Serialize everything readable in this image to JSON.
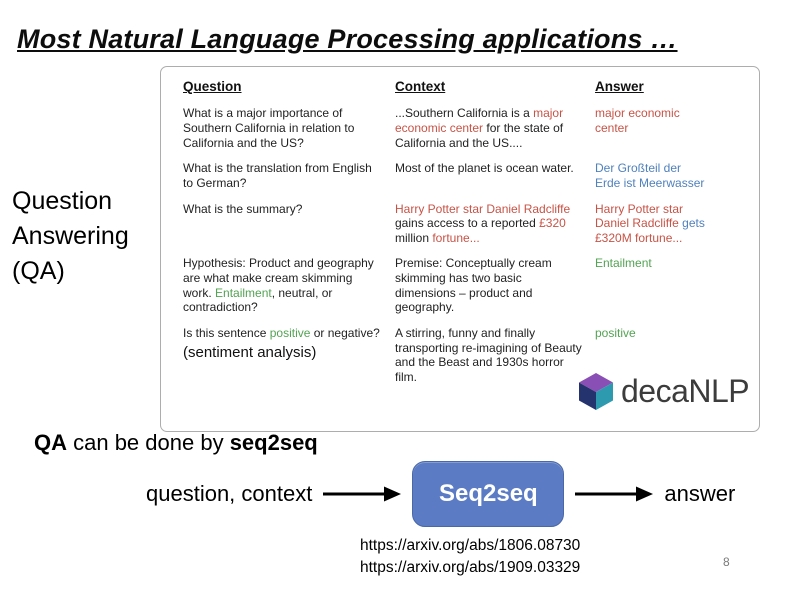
{
  "palette": {
    "red": "#c75346",
    "blue": "#4f81bd",
    "green": "#52a352",
    "black": "#222222",
    "box_blue": "#5b7cc4",
    "logo_text": "#3c3c3c",
    "cube_top": "#8a4fb5",
    "cube_left": "#24336e",
    "cube_right": "#2e9ab0"
  },
  "title": "Most Natural Language Processing applications …",
  "side_label": {
    "line1": "Question",
    "line2": "Answering",
    "line3": "(QA)"
  },
  "table": {
    "headers": [
      "Question",
      "Context",
      "Answer"
    ],
    "rows": [
      {
        "question": [
          {
            "t": "What is a major importance of Southern California in relation to California and the US?",
            "c": "black"
          }
        ],
        "context": [
          {
            "t": "...Southern California is a ",
            "c": "black"
          },
          {
            "t": "major economic center",
            "c": "red"
          },
          {
            "t": " for the state of California and the US....",
            "c": "black"
          }
        ],
        "answer": [
          {
            "t": "major economic center",
            "c": "red"
          }
        ]
      },
      {
        "question": [
          {
            "t": "What is the translation from English to German?",
            "c": "black"
          }
        ],
        "context": [
          {
            "t": "Most of the planet is ocean water.",
            "c": "black"
          }
        ],
        "answer": [
          {
            "t": "Der Großteil der Erde ist Meerwasser",
            "c": "blue"
          }
        ]
      },
      {
        "question": [
          {
            "t": "What is the summary?",
            "c": "black"
          }
        ],
        "context": [
          {
            "t": "Harry Potter star Daniel Radcliffe",
            "c": "red"
          },
          {
            "t": " gains access to a reported ",
            "c": "black"
          },
          {
            "t": "£320",
            "c": "red"
          },
          {
            "t": " million ",
            "c": "black"
          },
          {
            "t": "fortune...",
            "c": "red"
          }
        ],
        "answer": [
          {
            "t": "Harry Potter star Daniel Radcliffe ",
            "c": "red"
          },
          {
            "t": "gets",
            "c": "blue"
          },
          {
            "t": " £320M fortune...",
            "c": "red"
          }
        ]
      },
      {
        "question": [
          {
            "t": "Hypothesis: Product and geography are what make cream skimming work. ",
            "c": "black"
          },
          {
            "t": "Entailment",
            "c": "green"
          },
          {
            "t": ", neutral, or contradiction?",
            "c": "black"
          }
        ],
        "context": [
          {
            "t": "Premise: Conceptually cream skimming has two basic dimensions – product and geography.",
            "c": "black"
          }
        ],
        "answer": [
          {
            "t": "Entailment",
            "c": "green"
          }
        ]
      },
      {
        "question": [
          {
            "t": "Is this sentence ",
            "c": "black"
          },
          {
            "t": "positive",
            "c": "green"
          },
          {
            "t": " or negative?",
            "c": "black"
          }
        ],
        "context": [
          {
            "t": "A stirring, funny and finally transporting re-imagining of Beauty and the Beast and 1930s horror film.",
            "c": "black"
          }
        ],
        "answer": [
          {
            "t": "positive",
            "c": "green"
          }
        ]
      }
    ]
  },
  "annotation": "(sentiment analysis)",
  "logo": {
    "text": "decaNLP"
  },
  "caption": {
    "qa": "QA",
    "mid": " can be done by ",
    "seq2seq": "seq2seq"
  },
  "flow": {
    "input": "question, context",
    "box": "Seq2seq",
    "output": "answer"
  },
  "links": [
    "https://arxiv.org/abs/1806.08730",
    "https://arxiv.org/abs/1909.03329"
  ],
  "page_number": "8"
}
